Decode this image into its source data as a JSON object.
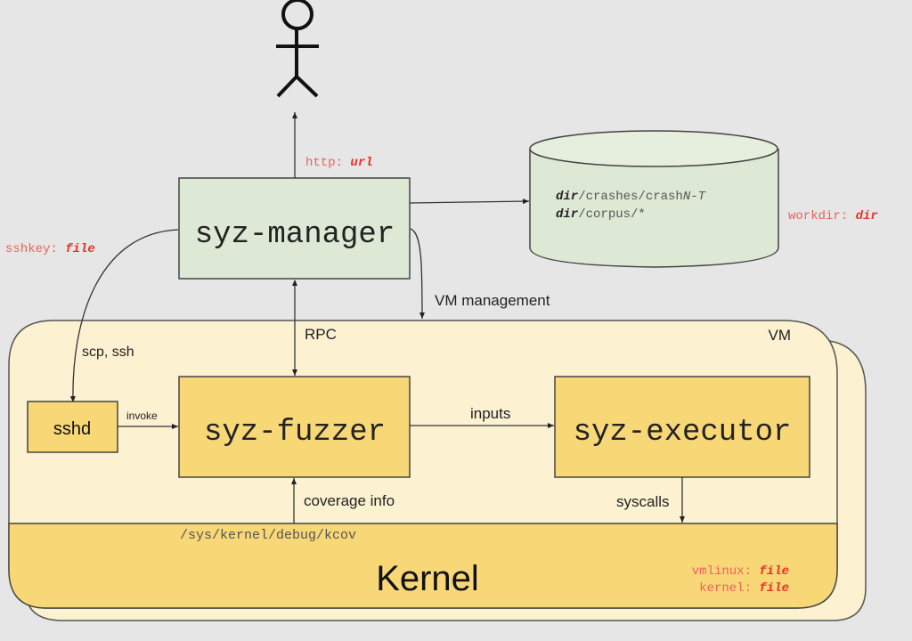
{
  "actor": {
    "icon": "user-stick-figure-icon"
  },
  "labels": {
    "http": {
      "key": "http: ",
      "value": "url"
    },
    "sshkey": {
      "key": "sshkey: ",
      "value": "file"
    },
    "workdir": {
      "key": "workdir: ",
      "value": "dir"
    },
    "vmlinux": {
      "key": "vmlinux: ",
      "value": "file"
    },
    "kernel_file": {
      "key": "kernel: ",
      "value": "file"
    }
  },
  "nodes": {
    "manager": "syz-manager",
    "fuzzer": "syz-fuzzer",
    "executor": "syz-executor",
    "sshd": "sshd",
    "kernel": "Kernel",
    "vm": "VM"
  },
  "storage": {
    "line1": {
      "prefix": "dir",
      "path": "/crashes/crash",
      "suffix": "N-T"
    },
    "line2": {
      "prefix": "dir",
      "path": "/corpus/*"
    }
  },
  "edges": {
    "vm_management": "VM management",
    "rpc": "RPC",
    "scp_ssh": "scp, ssh",
    "invoke": "invoke",
    "inputs": "inputs",
    "coverage_info": "coverage info",
    "syscalls": "syscalls",
    "kcov": "/sys/kernel/debug/kcov"
  },
  "colors": {
    "background": "#e6e6e6",
    "manager_fill": "#dde8d5",
    "vm_fill": "#fcf1d0",
    "component_fill": "#f8d777",
    "accent_red": "#e8322a"
  }
}
